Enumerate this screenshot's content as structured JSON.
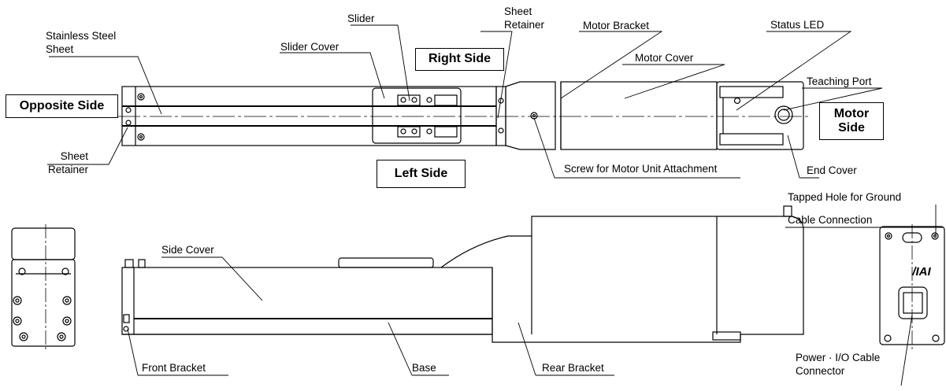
{
  "labels": {
    "stainless_steel_sheet": "Stainless Steel\nSheet",
    "slider": "Slider",
    "sheet_retainer_top": "Sheet\nRetainer",
    "motor_bracket": "Motor Bracket",
    "status_led": "Status LED",
    "slider_cover": "Slider Cover",
    "motor_cover": "Motor Cover",
    "teaching_port": "Teaching Port",
    "sheet_retainer_bottom": "Sheet\nRetainer",
    "screw_motor_unit": "Screw for Motor Unit Attachment",
    "end_cover": "End Cover",
    "tapped_hole_line1": "Tapped Hole for Ground",
    "tapped_hole_line2": "Cable Connection",
    "side_cover": "Side Cover",
    "front_bracket": "Front Bracket",
    "base": "Base",
    "rear_bracket": "Rear Bracket",
    "power_io_connector": "Power · I/O Cable\nConnector"
  },
  "boxes": {
    "opposite_side": "Opposite Side",
    "right_side": "Right Side",
    "left_side": "Left Side",
    "motor_side": "Motor\nSide"
  },
  "logo": "IAI"
}
